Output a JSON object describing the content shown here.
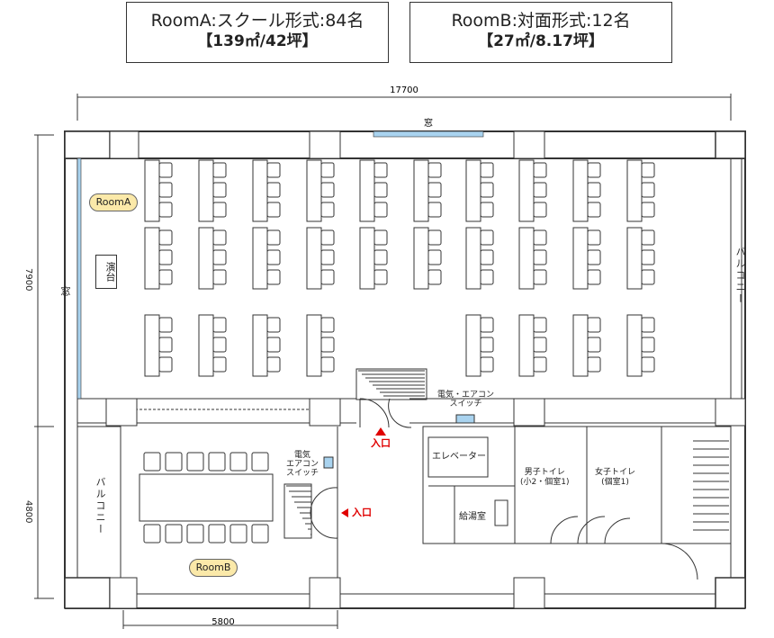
{
  "rooms": {
    "a": {
      "title": "RoomA:スクール形式:84名",
      "area": "【139㎡/42坪】",
      "tag": "RoomA",
      "podium": "演台"
    },
    "b": {
      "title": "RoomB:対面形式:12名",
      "area": "【27㎡/8.17坪】",
      "tag": "RoomB"
    }
  },
  "dims": {
    "width_top": "17700",
    "height_left_upper": "7900",
    "height_left_lower": "4800",
    "width_bottom": "5800"
  },
  "labels": {
    "window": "窓",
    "balcony": "バルコニー",
    "entrance": "入口",
    "switch_main": "電気・エアコン\nスイッチ",
    "switch_b": "電気\nエアコン\nスイッチ",
    "elevator": "エレベーター",
    "kitchen": "給湯室",
    "mens": "男子トイレ\n(小2・個室1)",
    "womens": "女子トイレ\n(個室1)"
  },
  "colors": {
    "window": "#a9d3ef",
    "entrance": "#e00000",
    "tag_bg": "#fbe9a9"
  }
}
